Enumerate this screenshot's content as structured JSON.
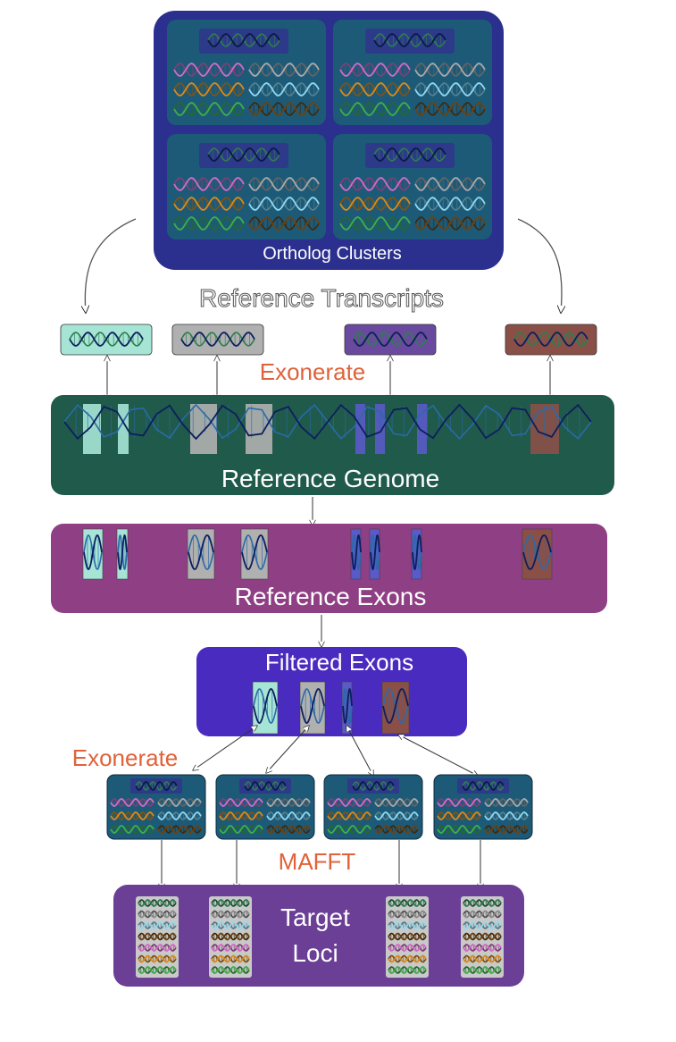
{
  "labels": {
    "ortholog_clusters": "Ortholog Clusters",
    "reference_transcripts": "Reference Transcripts",
    "exonerate_top": "Exonerate",
    "reference_genome": "Reference Genome",
    "reference_exons": "Reference Exons",
    "filtered_exons": "Filtered Exons",
    "exonerate_bottom": "Exonerate",
    "mafft": "MAFFT",
    "target_loci_line1": "Target",
    "target_loci_line2": "Loci"
  },
  "colors": {
    "cluster_outer": "#2b2f8e",
    "cluster_cell": "#1d5a78",
    "cluster_ref_bar": "#2d3a8a",
    "genome_box": "#1f5a4a",
    "exons_box": "#8f3f84",
    "filtered_box": "#4a2bbf",
    "target_box": "#6a3f95",
    "target_strip": "#c9c9c9",
    "tool_label": "#e0623a",
    "transcript_teal": "#a6e5d6",
    "transcript_gray": "#b0b0b0",
    "transcript_purple": "#6a4a9e",
    "transcript_brown": "#8a5048",
    "helix_dark": "#0f1e5e",
    "helix_blue": "#2a6aa8"
  },
  "species_colors": [
    "#d36ac6",
    "#a9a9a9",
    "#d98a1a",
    "#8fd8f0",
    "#3fae4a",
    "#6b4210"
  ]
}
